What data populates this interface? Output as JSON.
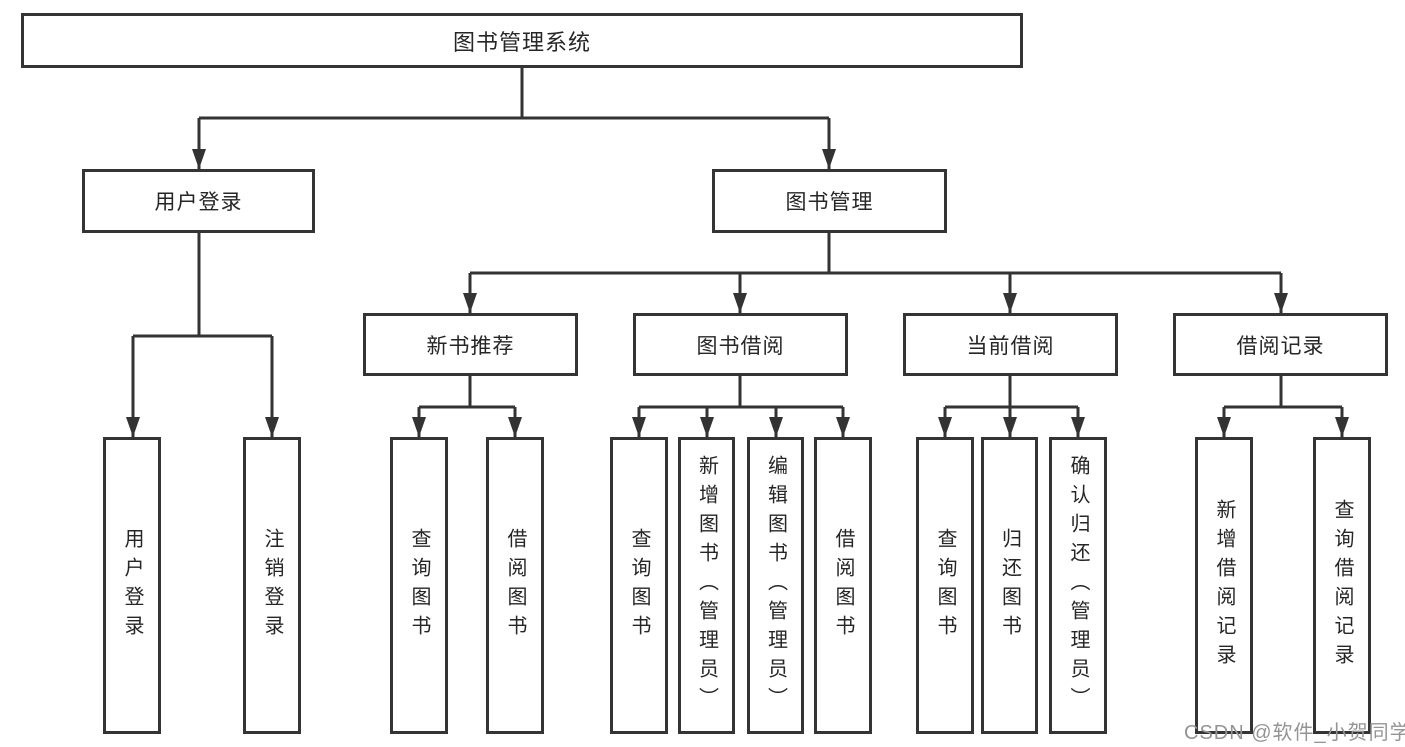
{
  "diagram": {
    "title": "图书管理系统",
    "type": "hierarchy-tree"
  },
  "colors": {
    "line": "#333333",
    "box_border": "#343434",
    "text": "#262626",
    "watermark": "#949494",
    "background": "#ffffff"
  },
  "nodes": {
    "root": {
      "label": "图书管理系统"
    },
    "user_login": {
      "label": "用户登录"
    },
    "book_mgmt": {
      "label": "图书管理"
    },
    "new_book_rec": {
      "label": "新书推荐"
    },
    "book_borrow": {
      "label": "图书借阅"
    },
    "current_borrow": {
      "label": "当前借阅"
    },
    "borrow_record": {
      "label": "借阅记录"
    },
    "leaves": {
      "user_login": {
        "label": "用户登录"
      },
      "logout": {
        "label": "注销登录"
      },
      "query_book_rec": {
        "label": "查询图书"
      },
      "borrow_book_rec": {
        "label": "借阅图书"
      },
      "query_book_borrow": {
        "label": "查询图书"
      },
      "add_book": {
        "label": "新增图书（管理员）"
      },
      "edit_book": {
        "label": "编辑图书（管理员）"
      },
      "borrow_book": {
        "label": "借阅图书"
      },
      "query_book_current": {
        "label": "查询图书"
      },
      "return_book": {
        "label": "归还图书"
      },
      "confirm_return": {
        "label": "确认归还（管理员）"
      },
      "add_borrow_record": {
        "label": "新增借阅记录"
      },
      "query_borrow_record": {
        "label": "查询借阅记录"
      }
    }
  },
  "watermark": {
    "text": "CSDN @软件_小贺同学"
  }
}
